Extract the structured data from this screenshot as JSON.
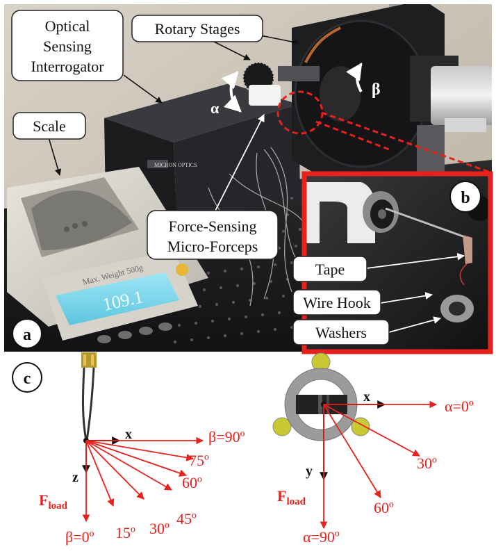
{
  "photo": {
    "callouts": {
      "interrogator": [
        "Optical",
        "Sensing",
        "Interrogator"
      ],
      "rotary_stages": "Rotary Stages",
      "scale": "Scale",
      "forceps": [
        "Force-Sensing",
        "Micro-Forceps"
      ],
      "tape": "Tape",
      "wire_hook": "Wire Hook",
      "washers": "Washers"
    },
    "angle_symbols": {
      "alpha": "α",
      "beta": "β"
    },
    "panel_labels": {
      "a": "a",
      "b": "b"
    },
    "scale_readout": "109.1",
    "scale_brand_text": "Max. Weight 500g",
    "logo_text": "MICRON OPTICS"
  },
  "diagram_c": {
    "panel_label": "c",
    "left": {
      "x_axis": "x",
      "z_axis": "z",
      "force_label": {
        "main": "F",
        "sub": "load"
      },
      "angles": [
        "β=0º",
        "15º",
        "30º",
        "45º",
        "60º",
        "75º",
        "β=90º"
      ]
    },
    "right": {
      "x_axis": "x",
      "y_axis": "y",
      "force_label": {
        "main": "F",
        "sub": "load"
      },
      "angles": [
        "α=0º",
        "30º",
        "60º",
        "α=90º"
      ]
    }
  },
  "colors": {
    "accent_red": "#e8211c",
    "callout_border": "#222222",
    "washer_yellow": "#c8c832"
  }
}
